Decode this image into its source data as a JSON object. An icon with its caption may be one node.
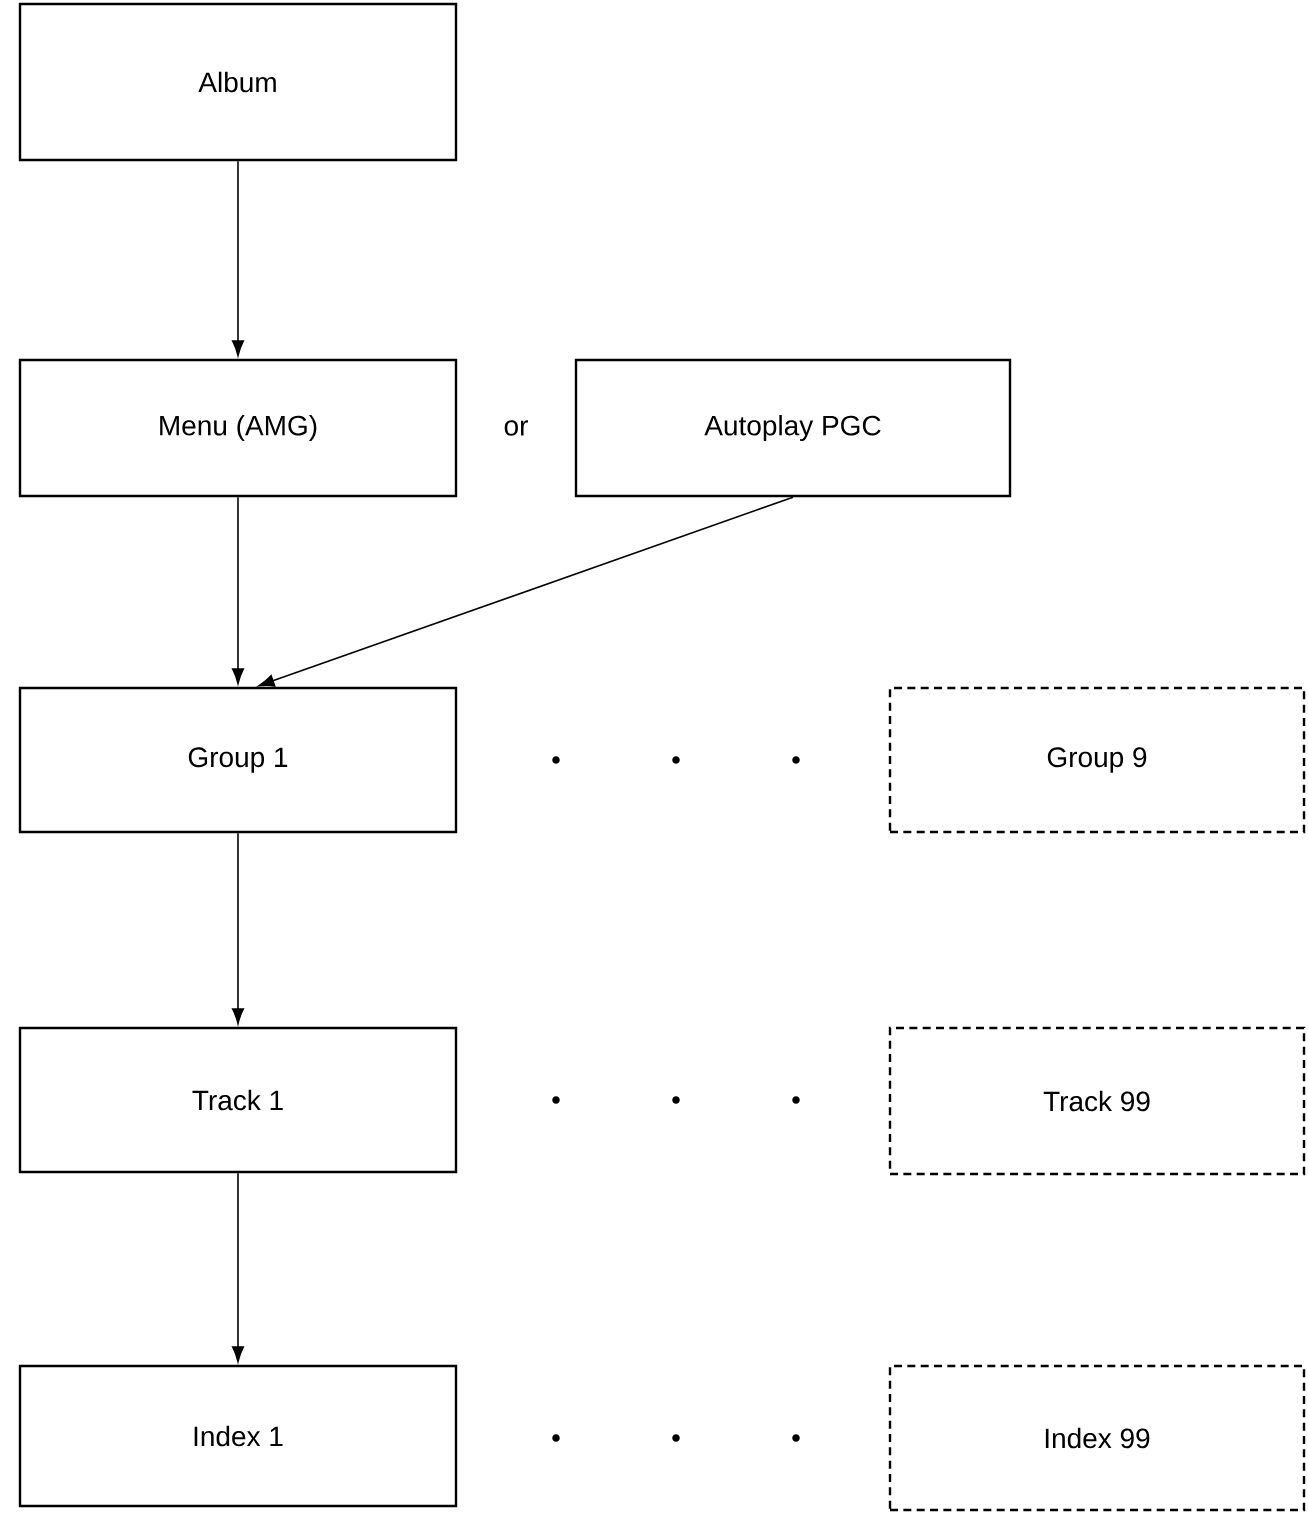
{
  "diagram": {
    "nodes": [
      {
        "text": [
          "Album"
        ]
      },
      {
        "text": [
          "Menu (AMG)"
        ]
      },
      {
        "text": [
          "Autoplay PGC"
        ]
      },
      {
        "text": [
          "Group 1"
        ]
      },
      {
        "text": [
          "Group 9"
        ]
      },
      {
        "text": [
          "Track 1"
        ]
      },
      {
        "text": [
          "Track 99"
        ]
      },
      {
        "text": [
          "Index 1"
        ]
      },
      {
        "text": [
          "Index 99"
        ]
      }
    ],
    "edges": [
      {
        "from": 0,
        "to": 1,
        "arrow": "to"
      },
      {
        "from": 1,
        "to": 3,
        "arrow": "to"
      },
      {
        "from": 2,
        "to": 3,
        "arrow": "to"
      },
      {
        "from": 3,
        "to": 5,
        "arrow": "to"
      },
      {
        "from": 5,
        "to": 7,
        "arrow": "to"
      }
    ],
    "labels": [
      "or"
    ]
  }
}
